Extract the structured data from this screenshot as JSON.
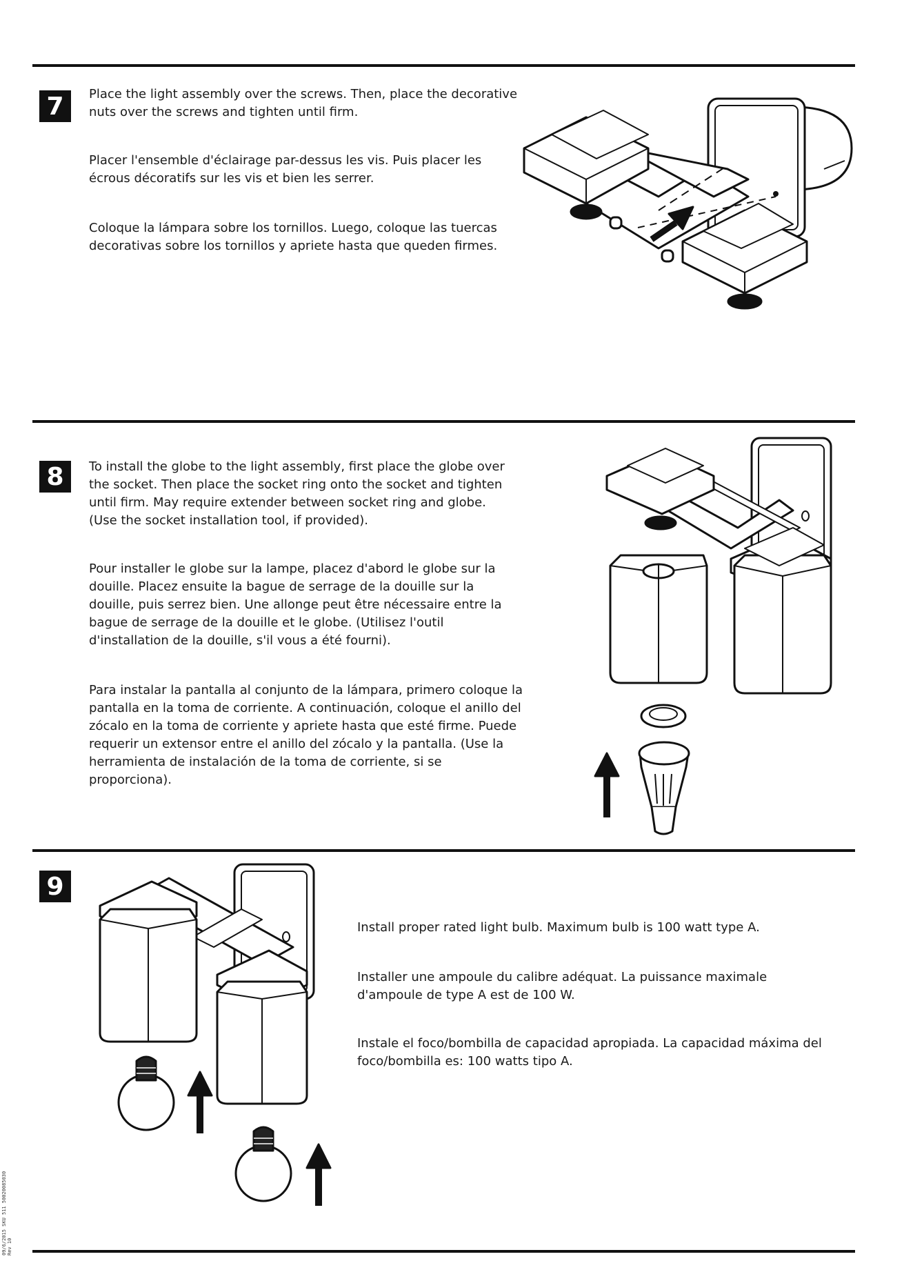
{
  "steps": [
    {
      "number": "7",
      "en": "Place the light assembly over the screws.  Then, place the decorative nuts over the screws and tighten until firm.",
      "fr": "Placer l'ensemble d'éclairage par-dessus les vis. Puis placer les écrous décoratifs sur les vis et bien les serrer.",
      "es": "Coloque la lámpara sobre los tornillos.  Luego, coloque las tuercas decorativas sobre los tornillos y apriete hasta que queden firmes."
    },
    {
      "number": "8",
      "en": "To install the globe to the light assembly, first place the globe over the socket.  Then place the socket ring onto the socket and tighten until firm.  May require extender between socket ring and globe. (Use the socket installation tool, if provided).",
      "fr": "Pour installer le globe sur la lampe, placez d'abord le globe sur la douille.  Placez ensuite la bague de serrage de la douille sur la douille, puis serrez bien.  Une allonge peut être nécessaire entre la bague de serrage de la douille et le globe. (Utilisez l'outil d'installation de la douille, s'il vous a été fourni).",
      "es": "Para instalar la pantalla al conjunto de la lámpara, primero coloque la pantalla en la toma de corriente.  A continuación, coloque el anillo del zócalo en la toma de corriente y apriete hasta que esté firme. Puede requerir un extensor entre el anillo del zócalo y la pantalla. (Use la herramienta de instalación de la toma de corriente, si se proporciona)."
    },
    {
      "number": "9",
      "en": "Install proper rated light bulb.  Maximum bulb is 100 watt type A.",
      "fr": "Installer une ampoule du calibre adéquat. La puissance maximale d'ampoule de type A est de 100 W.",
      "es": "Instale el foco/bombilla de capacidad apropiada.  La capacidad máxima del foco/bombilla es: 100 watts tipo A."
    }
  ],
  "footer": {
    "side_code": "09/6/2015  SKU 511  50020085030",
    "side_revision": "Rev 10"
  },
  "figures": {
    "step7": "fixture-mounting-illustration",
    "step8": "globe-socket-illustration",
    "step9": "bulb-install-illustration"
  }
}
